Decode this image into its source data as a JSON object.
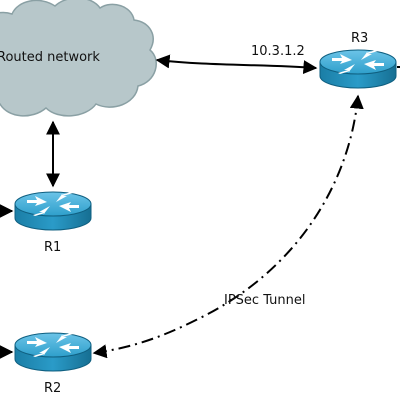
{
  "diagram": {
    "cloud": {
      "label": "Routed network",
      "fill": "#b5c6c9",
      "stroke": "#8a9fa2"
    },
    "routers": [
      {
        "id": "r3",
        "name": "R3",
        "address": "10.3.1.2"
      },
      {
        "id": "r1",
        "name": "R1"
      },
      {
        "id": "r2",
        "name": "R2"
      }
    ],
    "tunnel": {
      "label": "IPSec Tunnel",
      "style": "dash-dot"
    },
    "colors": {
      "router_body": "#1f8fb8",
      "router_top": "#4fb4dc",
      "router_mark": "#ffffff",
      "link": "#000000"
    },
    "icons": [
      "cloud-icon",
      "router-icon",
      "arrow-icon"
    ]
  }
}
